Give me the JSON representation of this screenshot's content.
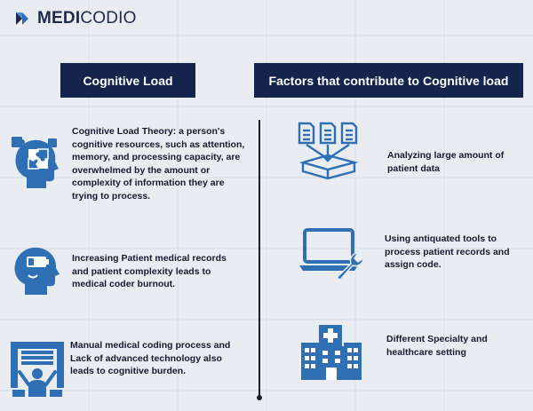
{
  "brand": {
    "name_part1": "MEDI",
    "name_part2": "CODIO"
  },
  "left": {
    "title": "Cognitive Load",
    "items": [
      {
        "icon": "brain-puzzle-head-icon",
        "text": "Cognitive Load Theory: a person's cognitive resources, such as attention, memory, and processing capacity, are overwhelmed by the amount or complexity of information they are trying to process."
      },
      {
        "icon": "low-battery-head-icon",
        "text": "Increasing Patient medical records and patient complexity leads to medical coder burnout."
      },
      {
        "icon": "stressed-person-icon",
        "text": "Manual medical coding process and Lack of advanced technology  also leads to cognitive burden."
      }
    ]
  },
  "right": {
    "title": "Factors that contribute to Cognitive load",
    "items": [
      {
        "icon": "documents-to-box-icon",
        "text": "Analyzing large amount of patient data"
      },
      {
        "icon": "laptop-wrench-icon",
        "text": "Using antiquated tools to process patient records and assign code."
      },
      {
        "icon": "hospital-icon",
        "text": "Different Specialty and healthcare setting"
      }
    ]
  },
  "colors": {
    "navy": "#15244d",
    "icon_blue": "#2f6fb3",
    "background": "#e9edf2"
  }
}
